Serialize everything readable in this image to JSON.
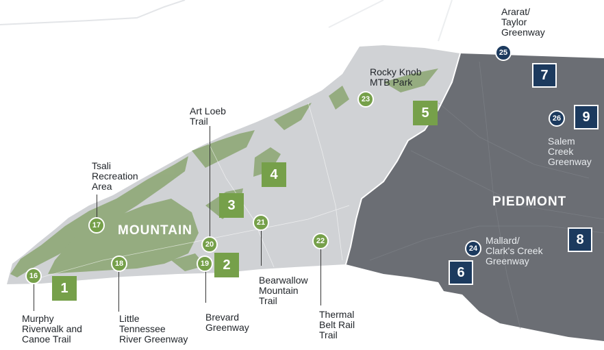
{
  "colors": {
    "mountain_fill": "#d0d2d5",
    "forest": "#8fa877",
    "piedmont_fill": "#6b6e74",
    "marker_green": "#76a04a",
    "marker_navy": "#1c3a5e"
  },
  "regions": {
    "mountain": "MOUNTAIN",
    "piedmont": "PIEDMONT"
  },
  "squares": [
    {
      "n": "1",
      "color": "green"
    },
    {
      "n": "2",
      "color": "green"
    },
    {
      "n": "3",
      "color": "green"
    },
    {
      "n": "4",
      "color": "green"
    },
    {
      "n": "5",
      "color": "green"
    },
    {
      "n": "6",
      "color": "navy"
    },
    {
      "n": "7",
      "color": "navy"
    },
    {
      "n": "8",
      "color": "navy"
    },
    {
      "n": "9",
      "color": "navy"
    }
  ],
  "trails": [
    {
      "n": "16",
      "name": "Murphy\nRiverwalk and\nCanoe Trail"
    },
    {
      "n": "17",
      "name": "Tsali\nRecreation\nArea"
    },
    {
      "n": "18",
      "name": "Little\nTennessee\nRiver Greenway"
    },
    {
      "n": "19",
      "name": "Brevard\nGreenway"
    },
    {
      "n": "20",
      "name": "Art Loeb\nTrail"
    },
    {
      "n": "21",
      "name": "Bearwallow\nMountain\nTrail"
    },
    {
      "n": "22",
      "name": "Thermal\nBelt Rail\nTrail"
    },
    {
      "n": "23",
      "name": "Rocky Knob\nMTB Park"
    },
    {
      "n": "24",
      "name": "Mallard/\nClark's Creek\nGreenway"
    },
    {
      "n": "25",
      "name": "Ararat/\nTaylor\nGreenway"
    },
    {
      "n": "26",
      "name": "Salem\nCreek\nGreenway"
    }
  ]
}
